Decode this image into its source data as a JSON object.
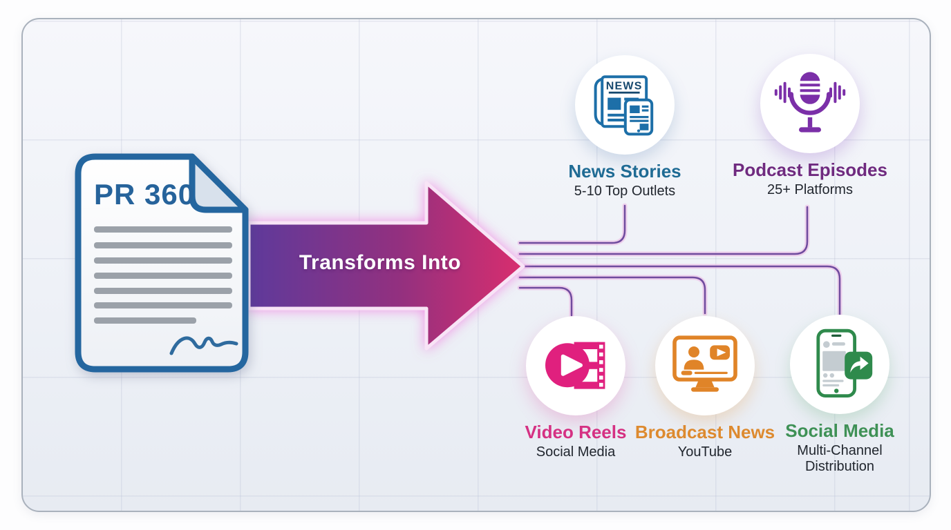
{
  "card": {
    "background": "#eef1f7",
    "border_color": "#a9b1bc"
  },
  "document": {
    "title": "PR 360",
    "border_color": "#24669f",
    "title_color": "#26639b"
  },
  "arrow": {
    "label": "Transforms Into",
    "gradient_start": "#5e3a9b",
    "gradient_end": "#d92e6e"
  },
  "connectors": {
    "color": "#6f4b9e",
    "glow_color": "#e9a8dd"
  },
  "outputs": [
    {
      "id": "news-stories",
      "label": "News Stories",
      "sublabel": "5-10 Top Outlets",
      "label_color": "#1f6b94",
      "icon": "newspaper-icon",
      "icon_color": "#1d6fa8",
      "icon_text": "NEWS"
    },
    {
      "id": "podcast-episodes",
      "label": "Podcast Episodes",
      "sublabel": "25+ Platforms",
      "label_color": "#6f2a7f",
      "icon": "microphone-icon",
      "icon_color": "#7b2fa8"
    },
    {
      "id": "video-reels",
      "label": "Video Reels",
      "sublabel": "Social Media",
      "label_color": "#d53183",
      "icon": "video-reel-icon",
      "icon_color": "#e0207e"
    },
    {
      "id": "broadcast-news",
      "label": "Broadcast News",
      "sublabel": "YouTube",
      "label_color": "#dd8a2f",
      "icon": "broadcast-monitor-icon",
      "icon_color": "#e08428"
    },
    {
      "id": "social-media",
      "label": "Social Media",
      "sublabel": "Multi-Channel Distribution",
      "label_color": "#3f9156",
      "icon": "smartphone-share-icon",
      "icon_color": "#2f8a4c"
    }
  ]
}
